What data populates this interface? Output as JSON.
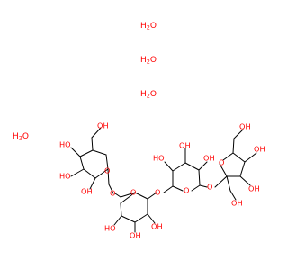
{
  "molecule": {
    "colors": {
      "bond": "#000000",
      "heteroatom": "#ff0000",
      "background": "#ffffff"
    },
    "waters": [
      "H2O",
      "H2O",
      "H2O",
      "H2O"
    ],
    "labels": {
      "ho": "HO",
      "oh": "OH",
      "o": "O"
    }
  }
}
